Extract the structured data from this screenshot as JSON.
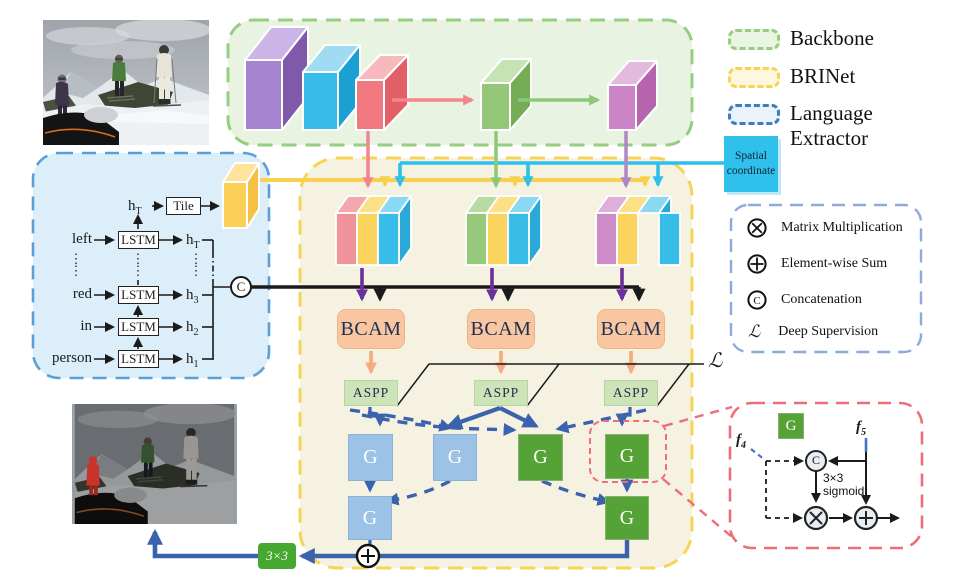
{
  "regions": {
    "backbone": "Backbone",
    "brinet": "BRINet",
    "language": "Language Extractor"
  },
  "spatial_box": {
    "line1": "Spatial",
    "line2": "coordinate"
  },
  "symbol_legend": {
    "matrix_mult": "Matrix Multiplication",
    "sum": "Element-wise Sum",
    "concat": "Concatenation",
    "deep_sup": "Deep Supervision",
    "concat_symbol": "C",
    "loss_symbol": "ℒ"
  },
  "language_extractor": {
    "tile": "Tile",
    "lstm": "LSTM",
    "h": "h",
    "dots": "⋮",
    "concat_symbol": "C",
    "rows": [
      {
        "word": "left",
        "sub": "T"
      },
      {
        "word": "red",
        "sub": "3"
      },
      {
        "word": "in",
        "sub": "2"
      },
      {
        "word": "person",
        "sub": "1"
      }
    ]
  },
  "modules": {
    "bcam": "BCAM",
    "aspp": "ASPP",
    "gate": "G",
    "conv": "3×3"
  },
  "loss_symbol": "ℒ",
  "detail": {
    "gate": "G",
    "f": "f",
    "f4_sub": "4",
    "f5_sub": "5",
    "conv": "3×3",
    "activation": "sigmoid",
    "concat_symbol": "C"
  },
  "colors": {
    "backbone_border": "#95ce7f",
    "brinet_border": "#f6d456",
    "language_border": "#5b9fd8",
    "detail_border": "#ee6e77",
    "bcam_fill": "#f8c7a2",
    "aspp_fill": "#cde3b8",
    "gate_blue": "#9cc2e5",
    "gate_green": "#55a336",
    "conv_green": "#46a82e",
    "spatial_fill": "#2fc0ec",
    "arrow_blue": "#3a62ad",
    "arrow_purple": "#6b2fa0",
    "arrow_orange": "#f5ad7f",
    "arrow_red": "#f2858d",
    "arrow_green": "#8cc878",
    "arrow_yellow": "#f7d04e",
    "arrow_cyan": "#2fbfec",
    "arrow_lilac": "#ae87c6"
  }
}
